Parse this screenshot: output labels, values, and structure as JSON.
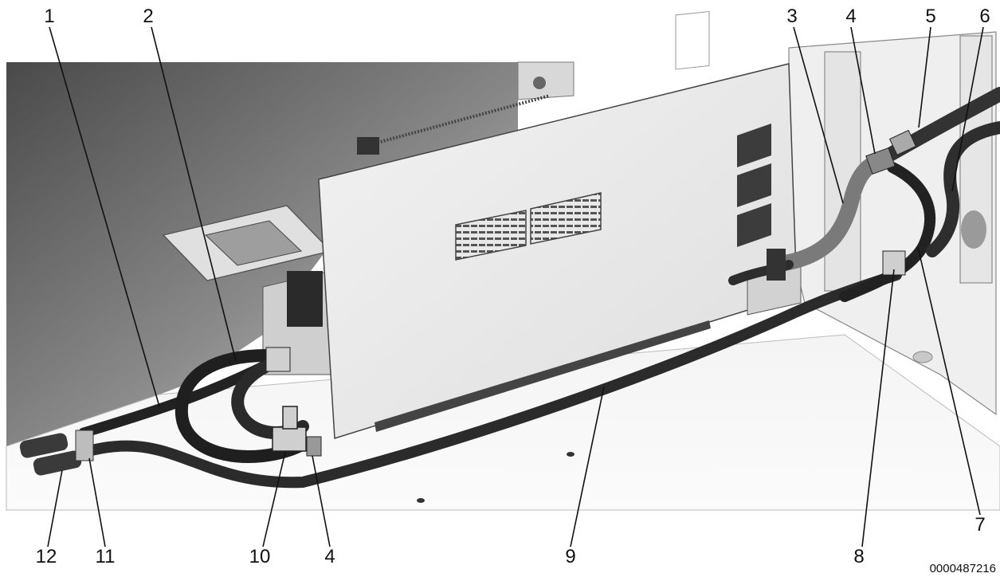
{
  "figure": {
    "document_number": "0000487216",
    "callouts": [
      {
        "id": "c1",
        "label": "1"
      },
      {
        "id": "c2",
        "label": "2"
      },
      {
        "id": "c3",
        "label": "3"
      },
      {
        "id": "c4a",
        "label": "4"
      },
      {
        "id": "c5",
        "label": "5"
      },
      {
        "id": "c6",
        "label": "6"
      },
      {
        "id": "c7",
        "label": "7"
      },
      {
        "id": "c8",
        "label": "8"
      },
      {
        "id": "c9",
        "label": "9"
      },
      {
        "id": "c4b",
        "label": "4"
      },
      {
        "id": "c10",
        "label": "10"
      },
      {
        "id": "c11",
        "label": "11"
      },
      {
        "id": "c12",
        "label": "12"
      }
    ]
  }
}
